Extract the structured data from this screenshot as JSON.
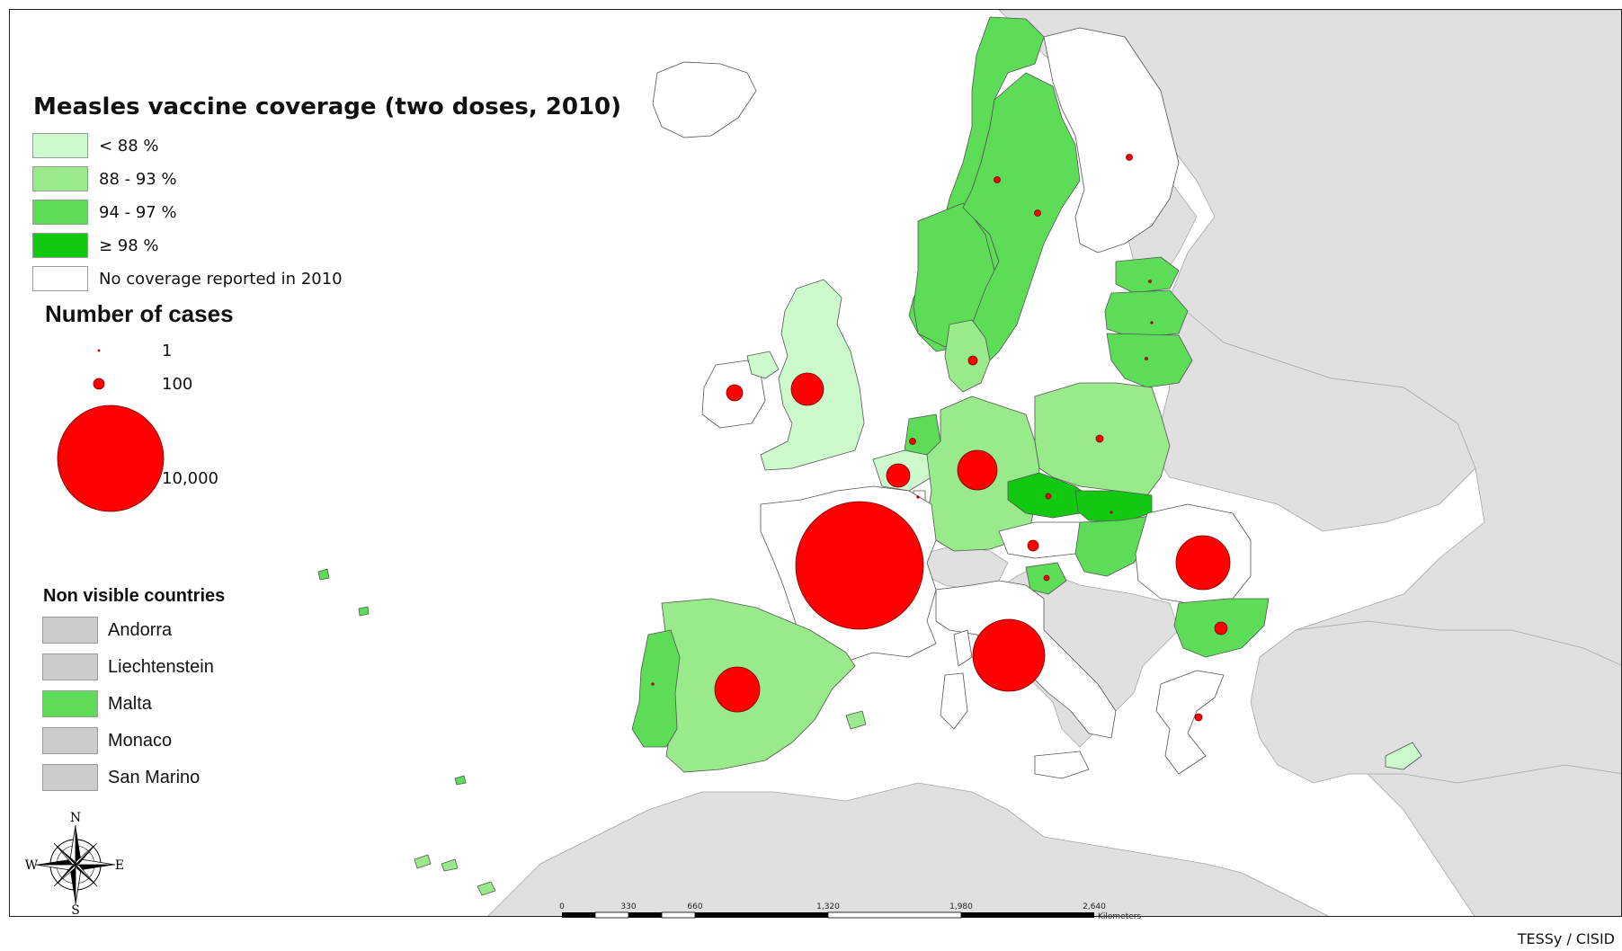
{
  "legend": {
    "title": "Measles vaccine coverage (two doses, 2010)",
    "classes": [
      {
        "label": "< 88 %",
        "color": "#ccfacc"
      },
      {
        "label": "88 - 93 %",
        "color": "#98ea8a"
      },
      {
        "label": "94 - 97 %",
        "color": "#5ddc58"
      },
      {
        "label": "≥ 98 %",
        "color": "#10c910"
      },
      {
        "label": "No coverage reported in 2010",
        "color": "#ffffff"
      }
    ]
  },
  "cases_legend": {
    "title": "Number of cases",
    "items": [
      {
        "label": "1",
        "value": 1
      },
      {
        "label": "100",
        "value": 100
      },
      {
        "label": "10,000",
        "value": 10000
      }
    ]
  },
  "non_visible": {
    "title": "Non visible countries",
    "items": [
      {
        "label": "Andorra",
        "color": "#cccccc"
      },
      {
        "label": "Liechtenstein",
        "color": "#cccccc"
      },
      {
        "label": "Malta",
        "color": "#5ddc58"
      },
      {
        "label": "Monaco",
        "color": "#cccccc"
      },
      {
        "label": "San Marino",
        "color": "#cccccc"
      }
    ]
  },
  "compass": {
    "n": "N",
    "s": "S",
    "e": "E",
    "w": "W"
  },
  "scalebar": {
    "ticks": [
      "0",
      "330",
      "660",
      "1,320",
      "1,980",
      "2,640"
    ],
    "unit": "Kilometers"
  },
  "source": "TESSy / CISID",
  "colors": {
    "non_eu_land": "#e0e0e0",
    "bubble": "#ff0000",
    "frame": "#222222"
  }
}
